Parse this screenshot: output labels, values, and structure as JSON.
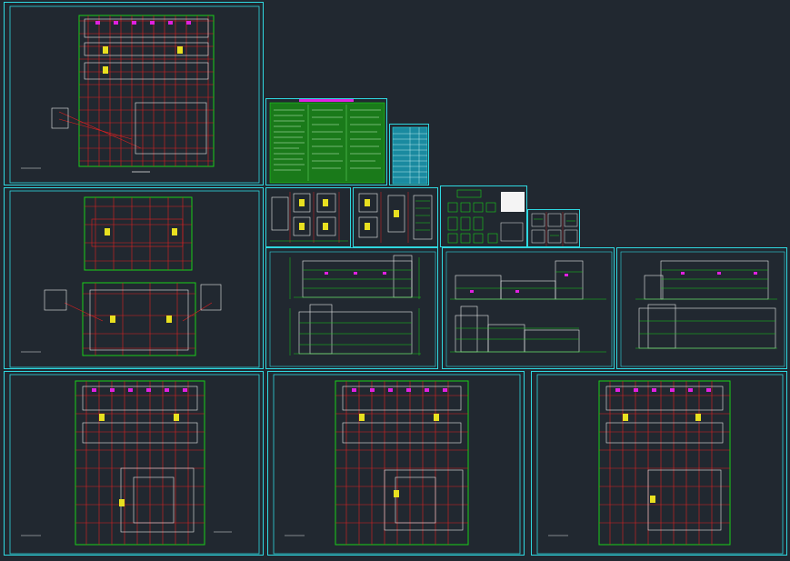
{
  "sheets": [
    {
      "name": "plan-sheet-top-left",
      "kind": "plan"
    },
    {
      "name": "plan-sheet-mid-left",
      "kind": "plan-small"
    },
    {
      "name": "plan-sheet-bottom-left",
      "kind": "plan"
    },
    {
      "name": "plan-sheet-bottom-mid",
      "kind": "plan"
    },
    {
      "name": "plan-sheet-bottom-right",
      "kind": "plan"
    },
    {
      "name": "design-notes-sheet",
      "kind": "notes"
    },
    {
      "name": "schedule-table-sheet",
      "kind": "table"
    },
    {
      "name": "stair-detail-sheet-1",
      "kind": "detail"
    },
    {
      "name": "stair-detail-sheet-2",
      "kind": "detail"
    },
    {
      "name": "window-detail-sheet",
      "kind": "detail"
    },
    {
      "name": "node-detail-sheet",
      "kind": "detail"
    },
    {
      "name": "elevation-sheet-1",
      "kind": "elevation"
    },
    {
      "name": "elevation-sheet-2",
      "kind": "elevation"
    },
    {
      "name": "elevation-sheet-3",
      "kind": "elevation"
    }
  ],
  "colors": {
    "background": "#212830",
    "frame": "#2fd8e0",
    "axis": "#e02020",
    "wall": "#19d019",
    "text": "#e8e8e8",
    "highlight": "#e020e0",
    "accent": "#e8e020"
  }
}
